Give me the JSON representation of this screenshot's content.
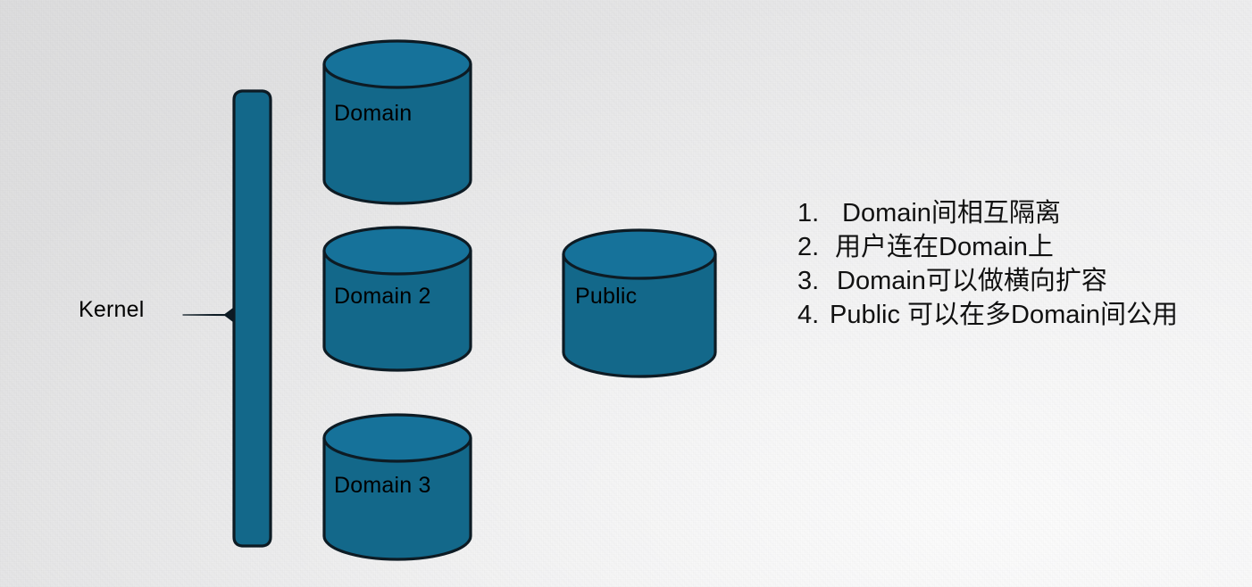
{
  "slide": {
    "background_color": "#e9e9e9",
    "shape_fill": "#13688a",
    "shape_stroke": "#0d1b24",
    "text_color": "#000000"
  },
  "kernel": {
    "label": "Kernel",
    "connector": "leader-line"
  },
  "cylinders": [
    {
      "id": "domain-1",
      "label": "Domain"
    },
    {
      "id": "domain-2",
      "label": "Domain 2"
    },
    {
      "id": "domain-3",
      "label": "Domain 3"
    },
    {
      "id": "public",
      "label": "Public"
    }
  ],
  "notes": {
    "items": [
      {
        "number": "1.",
        "text": "Domain间相互隔离"
      },
      {
        "number": "2.",
        "text": "用户连在Domain上"
      },
      {
        "number": "3.",
        "text": "Domain可以做横向扩容"
      },
      {
        "number": "4.",
        "text": "Public 可以在多Domain间公用"
      }
    ]
  }
}
